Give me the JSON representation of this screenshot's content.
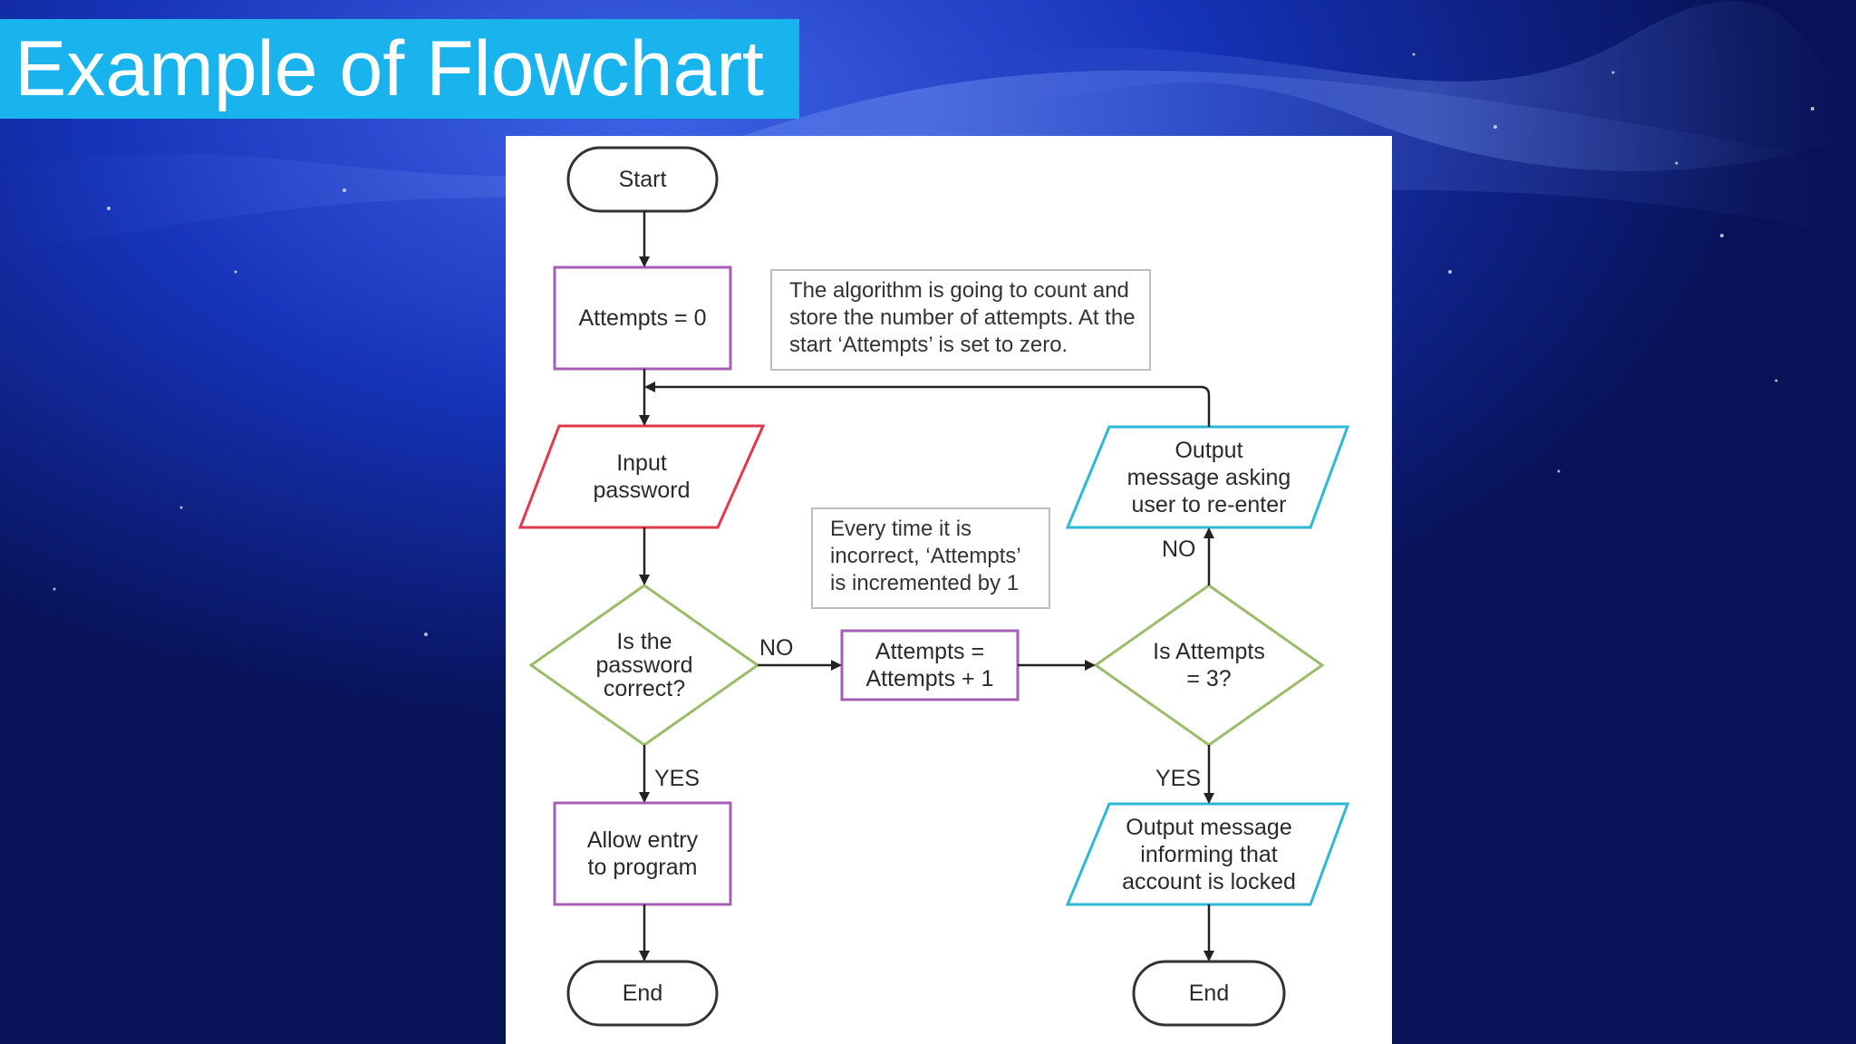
{
  "title": "Example of Flowchart",
  "colors": {
    "title_bar": "#19b4ee",
    "process_border": "#a55fb5",
    "input_border": "#e0394b",
    "output_border": "#2fb7d6",
    "decision_border": "#9bbd6a",
    "terminal_border": "#333333",
    "note_border": "#bdbdbd"
  },
  "flowchart": {
    "start": "Start",
    "attempts_init": "Attempts = 0",
    "input_password": "Input\npassword",
    "decision_password": "Is the\npassword\ncorrect?",
    "allow_entry": "Allow entry\nto program",
    "end_left": "End",
    "increment": "Attempts =\nAttempts + 1",
    "decision_attempts": "Is Attempts\n= 3?",
    "output_reenter": "Output\nmessage asking\nuser to re-enter",
    "output_locked": "Output message\ninforming that\naccount is locked",
    "end_right": "End",
    "note_init": "The algorithm is going to count and\nstore the number of attempts. At the\nstart ‘Attempts’ is set to zero.",
    "note_increment": "Every time it is\nincorrect, ‘Attempts’\nis incremented by 1",
    "label_no_password": "NO",
    "label_yes_password": "YES",
    "label_no_attempts": "NO",
    "label_yes_attempts": "YES"
  }
}
